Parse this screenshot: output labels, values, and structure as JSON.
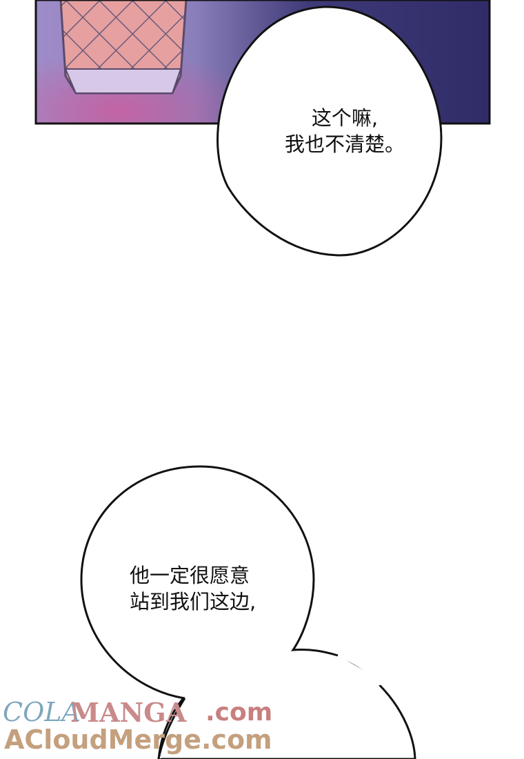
{
  "panel": {
    "scene": "lantern"
  },
  "bubbles": [
    {
      "lines": [
        "这个嘛,",
        "我也不清楚。"
      ]
    },
    {
      "lines": [
        "他一定很愿意",
        "站到我们这边,"
      ]
    }
  ],
  "watermark": {
    "part1": "COLA",
    "part2": "MANGA",
    "part3": ".com",
    "line2": "ACloudMerge.com"
  }
}
